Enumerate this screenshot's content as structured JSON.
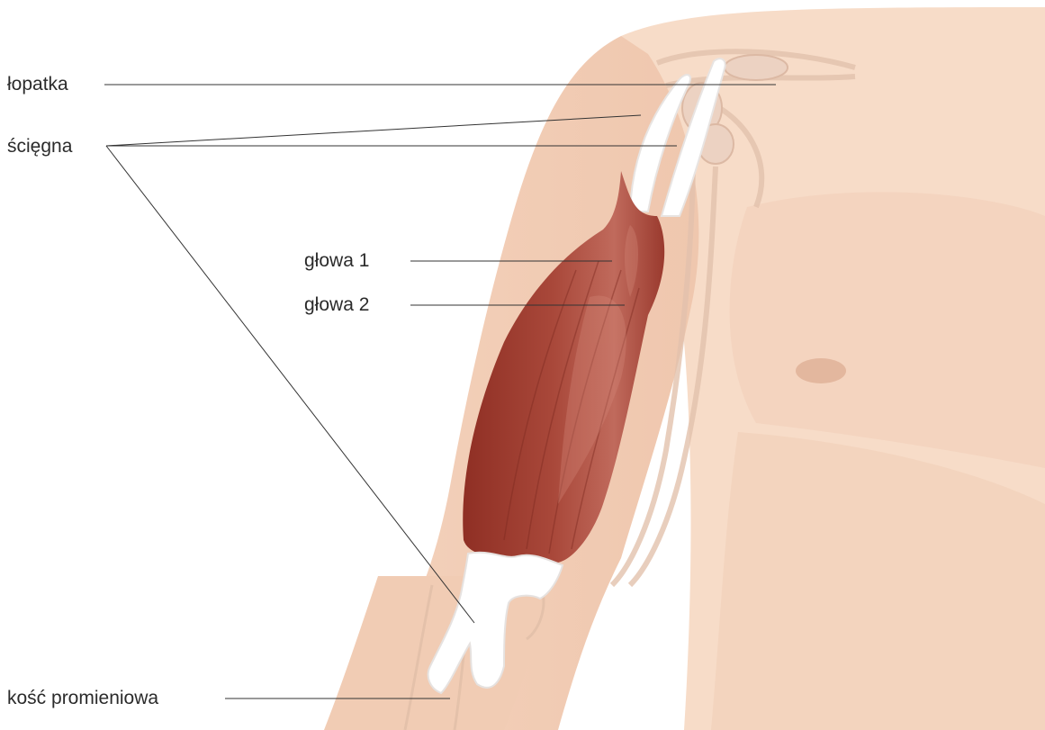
{
  "labels": {
    "scapula": "łopatka",
    "tendons": "ścięgna",
    "head_1": "głowa 1",
    "head_2": "głowa 2",
    "radius": "kość promieniowa"
  },
  "colors": {
    "skin": "#f6d8c4",
    "skin_dark": "#eac3aa",
    "muscle": "#9e3a2c",
    "muscle_light": "#c96a5c",
    "tendon": "#ffffff",
    "leader_line": "#333333"
  }
}
